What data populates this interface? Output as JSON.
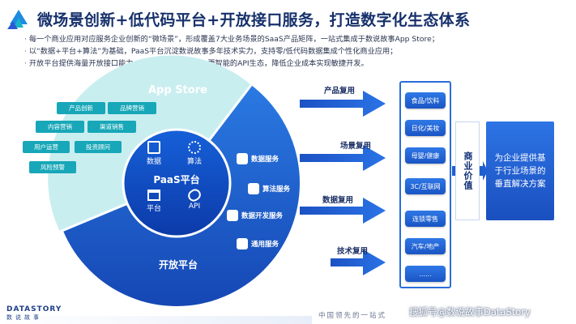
{
  "title": "微场景创新+低代码平台+开放接口服务，打造数字化生态体系",
  "bullets": [
    "每一个商业应用对应服务企业创新的“微场景”，形成覆盖7大业务场景的SaaS产品矩阵，一站式集成于数说故事App Store；",
    "以“数据+平台+算法”为基础，PaaS平台沉淀数说故事多年技术实力，支持零/低代码数据集成个性化商业应用；",
    "开放平台提供海量开放接口能力，为企业提供更丰富、更智能的API生态，降低企业成本实现敏捷开发。"
  ],
  "app_store": {
    "label": "App Store",
    "tags": [
      "产品创新",
      "品牌营销",
      "内容营销",
      "渠道销售",
      "用户运营",
      "投资顾问",
      "风险预警"
    ]
  },
  "paas": {
    "label": "PaaS平台",
    "cells": [
      "数据",
      "算法",
      "平台",
      "API"
    ]
  },
  "open_platform": {
    "label": "开放平台",
    "services": [
      "数据服务",
      "算法服务",
      "数据开发服务",
      "通用服务"
    ]
  },
  "reuse_labels": [
    "产品复用",
    "场景复用",
    "数据复用",
    "技术复用"
  ],
  "industries": [
    "食品/饮料",
    "日化/美妆",
    "母婴/健康",
    "3C/互联网",
    "连锁零售",
    "汽车/地产",
    "......"
  ],
  "value_label": "商业价值",
  "solution_text": "为企业提供基于行业场景的垂直解决方案",
  "footer": {
    "brand_top": "DATASTORY",
    "brand_bottom": "数说故事",
    "slogan": "中国领先的一站式",
    "watermark": "搜狐号@数说故事DataStory"
  },
  "colors": {
    "primary_blue": "#1a55c8",
    "light_teal": "#c9eef0",
    "navy": "#16306b",
    "tag_teal": "#17a7b8"
  }
}
